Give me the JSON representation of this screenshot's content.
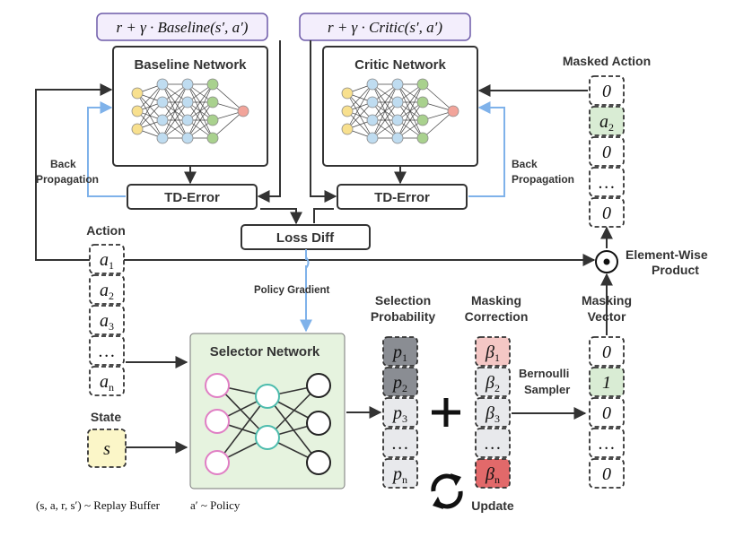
{
  "formulas": {
    "baseline_target": "r + γ · Baseline(s′, a′)",
    "critic_target": "r + γ · Critic(s′, a′)"
  },
  "boxes": {
    "baseline_network": "Baseline Network",
    "critic_network": "Critic Network",
    "td_error_left": "TD-Error",
    "td_error_right": "TD-Error",
    "loss_diff": "Loss Diff",
    "selector_network": "Selector Network"
  },
  "labels": {
    "back_propagation_left": [
      "Back",
      "Propagation"
    ],
    "back_propagation_right": [
      "Back",
      "Propagation"
    ],
    "masked_action": "Masked Action",
    "action": "Action",
    "state": "State",
    "policy_gradient": "Policy Gradient",
    "selection_probability": [
      "Selection",
      "Probability"
    ],
    "masking_correction": [
      "Masking",
      "Correction"
    ],
    "masking_vector": [
      "Masking",
      "Vector"
    ],
    "element_wise_product": [
      "Element-Wise",
      "Product"
    ],
    "bernoulli_sampler": [
      "Bernoulli",
      "Sampler"
    ],
    "update": "Update",
    "product_symbol": "⊙",
    "plus_symbol": "+"
  },
  "footer": {
    "replay": "(s, a, r, s′) ~ Replay Buffer",
    "policy": "a′ ~ Policy"
  },
  "vectors": {
    "masked_action": [
      {
        "text": "0",
        "fill": "#ffffff"
      },
      {
        "text": "a2",
        "fill": "#d9ecd4"
      },
      {
        "text": "0",
        "fill": "#ffffff"
      },
      {
        "text": "...",
        "fill": "#ffffff"
      },
      {
        "text": "0",
        "fill": "#ffffff"
      }
    ],
    "action": [
      {
        "text": "a1"
      },
      {
        "text": "a2"
      },
      {
        "text": "a3"
      },
      {
        "text": "..."
      },
      {
        "text": "an"
      }
    ],
    "state": [
      {
        "text": "s"
      }
    ],
    "selection_probability": [
      {
        "text": "p1",
        "fill": "#8a8d93"
      },
      {
        "text": "p2",
        "fill": "#8a8d93"
      },
      {
        "text": "p3",
        "fill": "#e8e9ec"
      },
      {
        "text": "...",
        "fill": "#e8e9ec"
      },
      {
        "text": "pn",
        "fill": "#e8e9ec"
      }
    ],
    "masking_correction": [
      {
        "text": "β1",
        "fill": "#f4c7c5"
      },
      {
        "text": "β2",
        "fill": "#e8e9ec"
      },
      {
        "text": "β3",
        "fill": "#e8e9ec"
      },
      {
        "text": "...",
        "fill": "#e8e9ec"
      },
      {
        "text": "βn",
        "fill": "#e2696a"
      }
    ],
    "masking_vector": [
      {
        "text": "0",
        "fill": "#ffffff"
      },
      {
        "text": "1",
        "fill": "#d9ecd4"
      },
      {
        "text": "0",
        "fill": "#ffffff"
      },
      {
        "text": "...",
        "fill": "#ffffff"
      },
      {
        "text": "0",
        "fill": "#ffffff"
      }
    ]
  },
  "colors": {
    "formula_fill": "#f3eefc",
    "formula_stroke": "#6d5aa8",
    "selector_fill": "#e6f3df",
    "state_fill": "#fbf6c8",
    "backprop_arrow": "#7fb2ea",
    "node_yellow": "#f8e08e",
    "node_blue": "#bfdcf0",
    "node_green": "#a9d18e",
    "node_red": "#f2a49a",
    "selector_pink": "#e07fc4",
    "selector_teal": "#4dbcad"
  }
}
